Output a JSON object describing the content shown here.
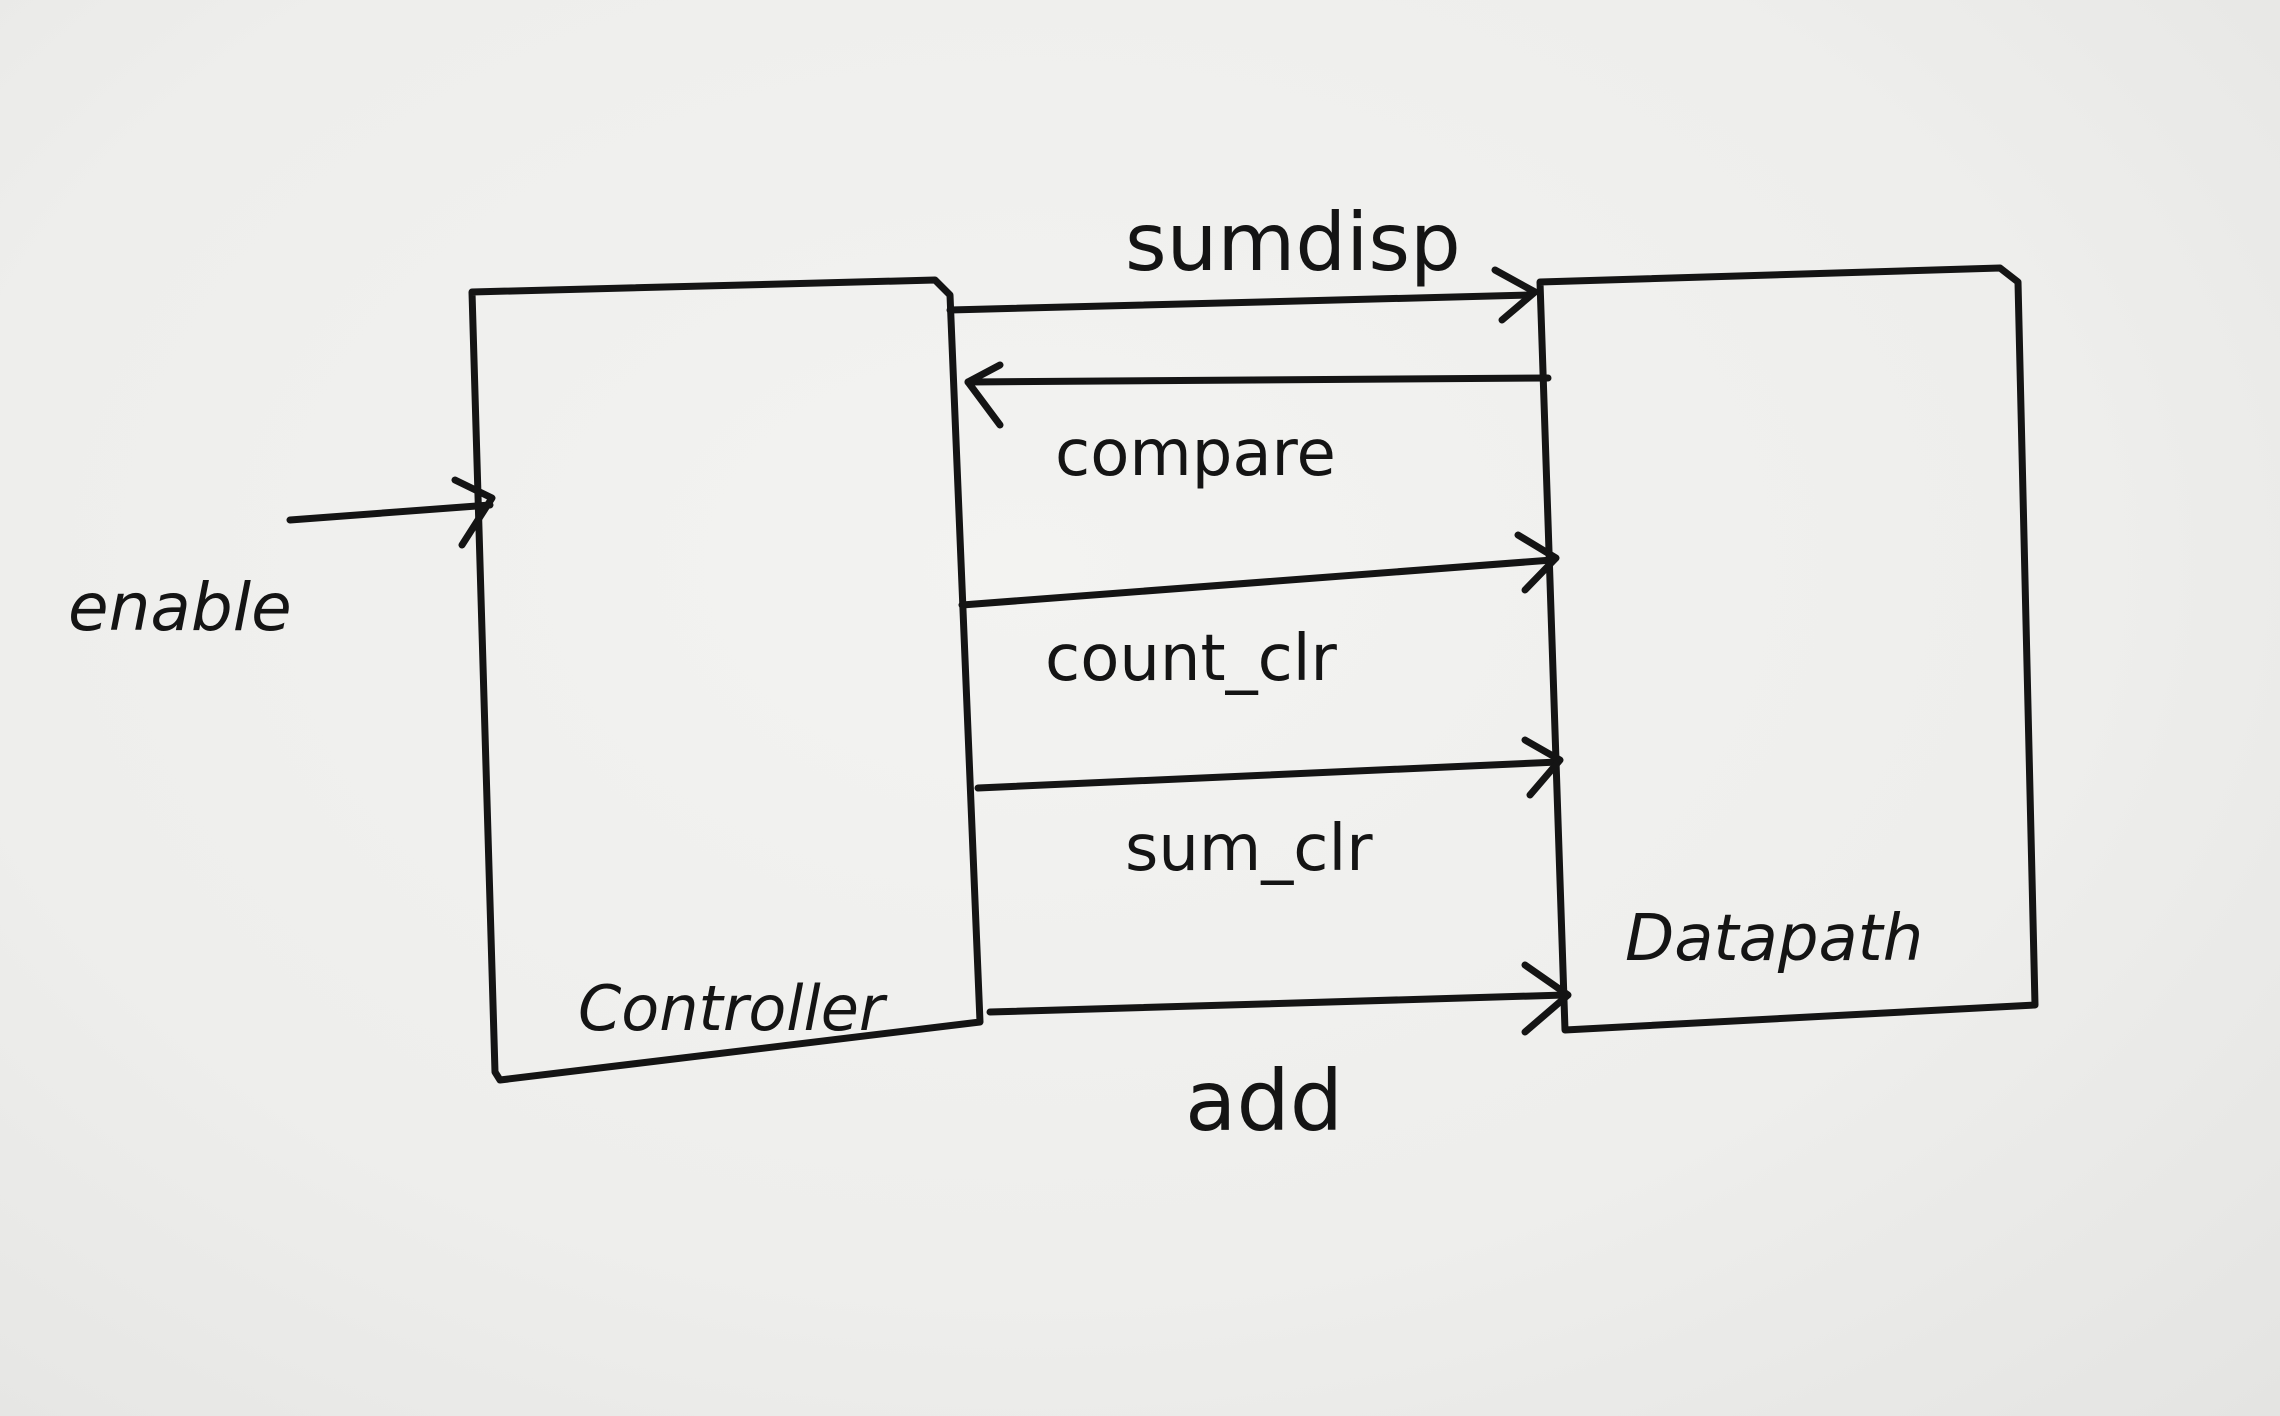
{
  "blocks": {
    "controller": "Controller",
    "datapath": "Datapath"
  },
  "signals": {
    "enable": "enable",
    "sumdisp": "sumdisp",
    "compare": "compare",
    "count_clr": "count_clr",
    "sum_clr": "sum_clr",
    "add": "add"
  },
  "colors": {
    "paper": "#efefed",
    "ink": "#141414"
  }
}
